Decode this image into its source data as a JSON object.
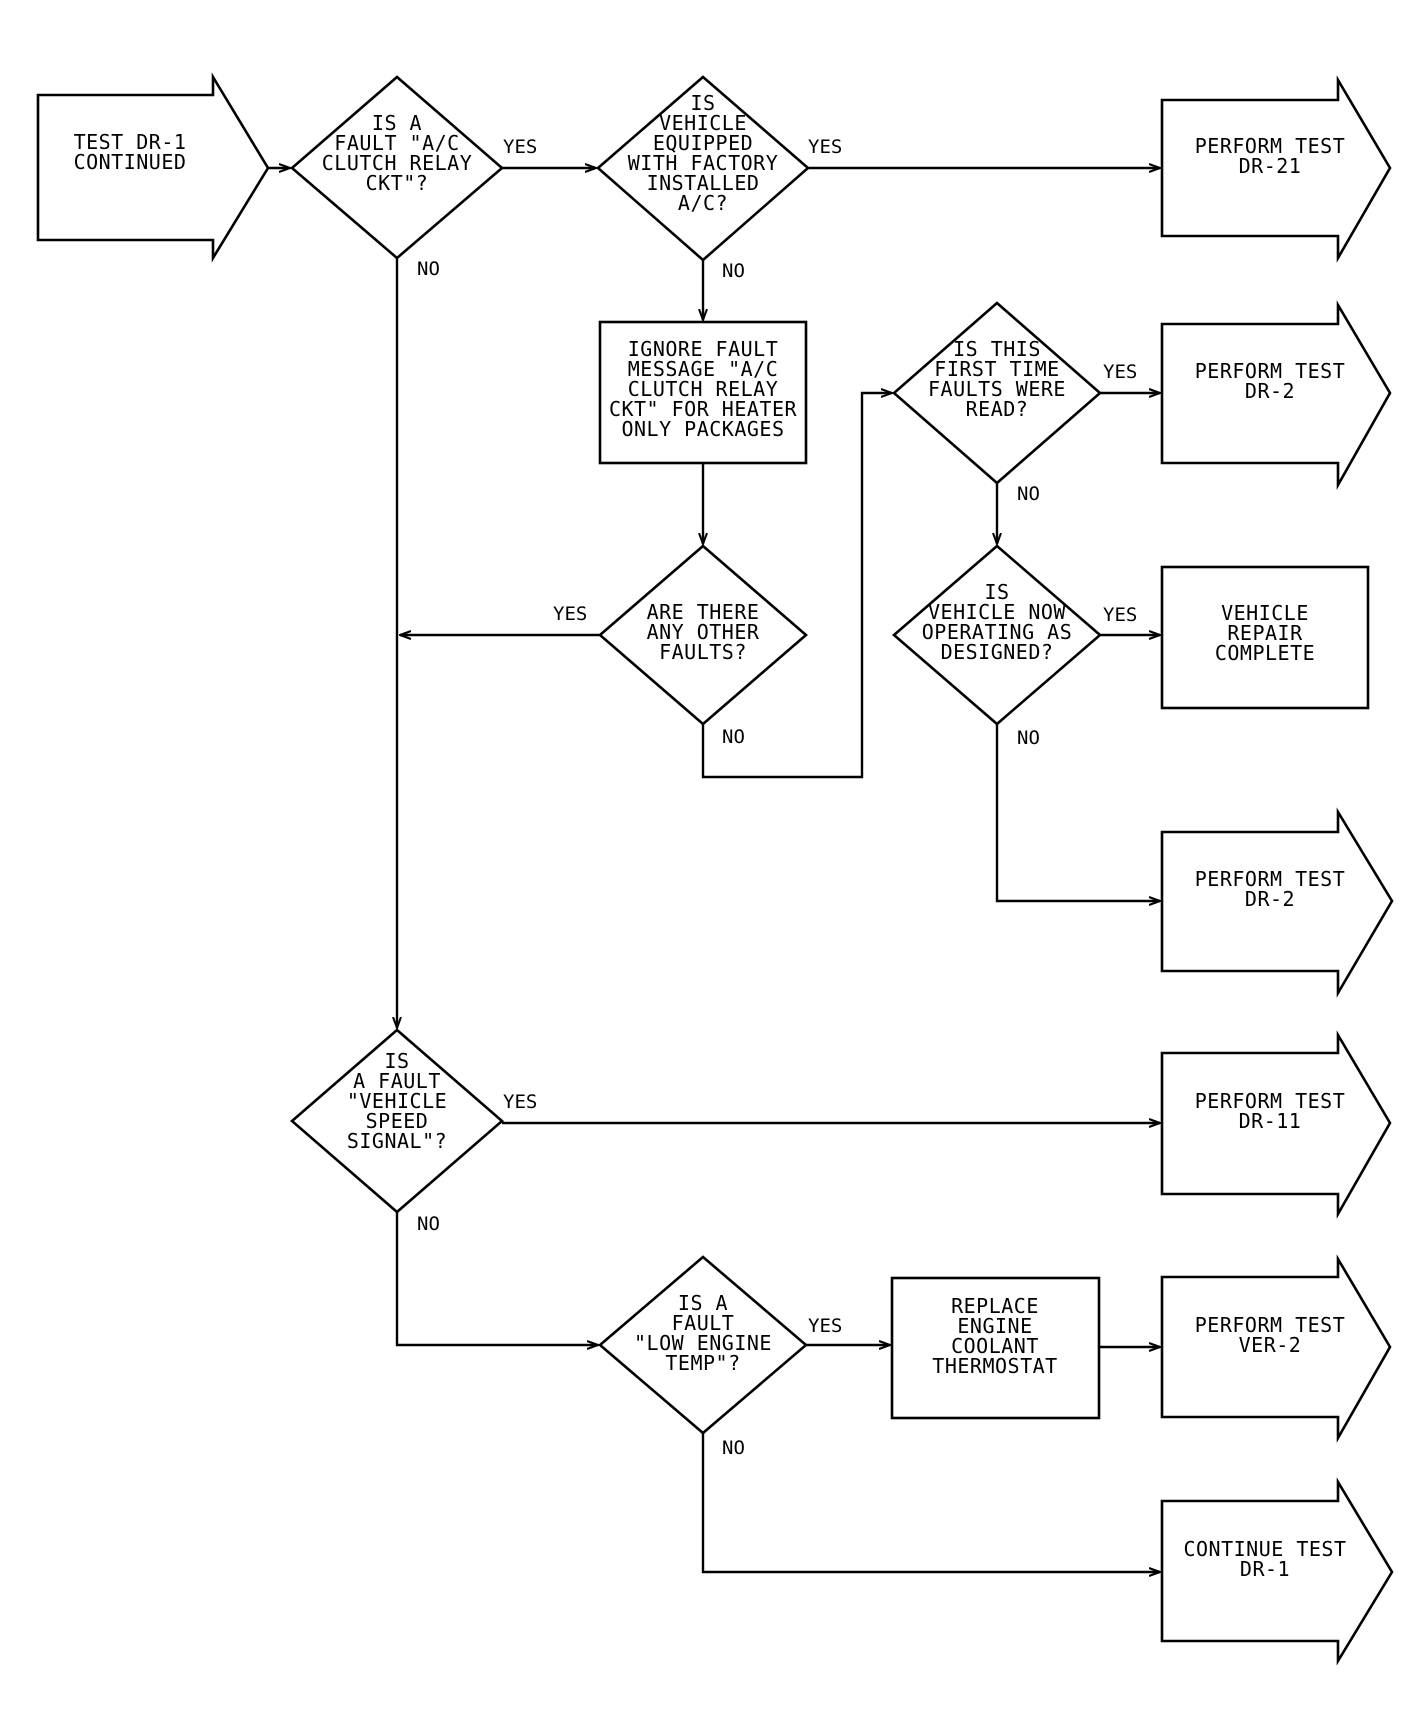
{
  "start": {
    "lines": [
      "TEST DR-1",
      "CONTINUED"
    ]
  },
  "decisions": {
    "ac_clutch_fault": {
      "lines": [
        "IS A",
        "FAULT \"A/C",
        "CLUTCH RELAY",
        "CKT\"?"
      ]
    },
    "factory_ac": {
      "lines": [
        "IS",
        "VEHICLE",
        "EQUIPPED",
        "WITH FACTORY",
        "INSTALLED",
        "A/C?"
      ]
    },
    "first_time": {
      "lines": [
        "IS THIS",
        "FIRST TIME",
        "FAULTS WERE",
        "READ?"
      ]
    },
    "other_faults": {
      "lines": [
        "ARE THERE",
        "ANY OTHER",
        "FAULTS?"
      ]
    },
    "operating": {
      "lines": [
        "IS",
        "VEHICLE NOW",
        "OPERATING AS",
        "DESIGNED?"
      ]
    },
    "speed_signal": {
      "lines": [
        "IS",
        "A FAULT",
        "\"VEHICLE",
        "SPEED",
        "SIGNAL\"?"
      ]
    },
    "low_engine_temp": {
      "lines": [
        "IS A",
        "FAULT",
        "\"LOW ENGINE",
        "TEMP\"?"
      ]
    }
  },
  "boxes": {
    "ignore_fault": {
      "lines": [
        "IGNORE FAULT",
        "MESSAGE \"A/C",
        "CLUTCH RELAY",
        "CKT\" FOR HEATER",
        "ONLY PACKAGES"
      ]
    },
    "repair_complete": {
      "lines": [
        "VEHICLE",
        "REPAIR",
        "COMPLETE"
      ]
    },
    "replace_thermostat": {
      "lines": [
        "REPLACE",
        "ENGINE",
        "COOLANT",
        "THERMOSTAT"
      ]
    }
  },
  "terminals": {
    "perform_dr21": {
      "lines": [
        "PERFORM TEST",
        "DR-21"
      ]
    },
    "perform_dr2_a": {
      "lines": [
        "PERFORM TEST",
        "DR-2"
      ]
    },
    "perform_dr2_b": {
      "lines": [
        "PERFORM TEST",
        "DR-2"
      ]
    },
    "perform_dr11": {
      "lines": [
        "PERFORM TEST",
        "DR-11"
      ]
    },
    "perform_ver2": {
      "lines": [
        "PERFORM TEST",
        "VER-2"
      ]
    },
    "continue_dr1": {
      "lines": [
        "CONTINUE TEST",
        "DR-1"
      ]
    }
  },
  "labels": {
    "yes": "YES",
    "no": "NO"
  }
}
